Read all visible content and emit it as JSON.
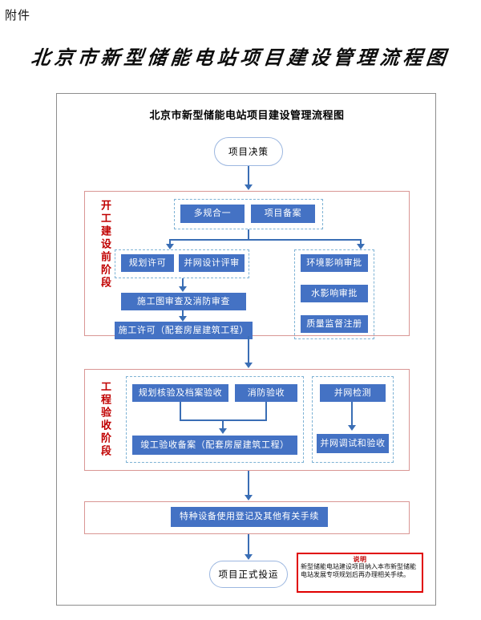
{
  "page": {
    "attachment_label": "附件",
    "calligraphy_title": "北京市新型储能电站项目建设管理流程图"
  },
  "diagram": {
    "inner_title": "北京市新型储能电站项目建设管理流程图",
    "start_node": "项目决策",
    "end_node": "项目正式投运",
    "stage1": {
      "label": "开工建设前阶段",
      "top_group": {
        "items": [
          "多规合一",
          "项目备案"
        ]
      },
      "left_group": {
        "row": [
          "规划许可",
          "并网设计评审"
        ],
        "step2": "施工图审查及消防审查",
        "step3": "施工许可（配套房屋建筑工程）"
      },
      "right_group": {
        "items": [
          "环境影响审批",
          "水影响审批",
          "质量监督注册"
        ]
      }
    },
    "stage2": {
      "label": "工程验收阶段",
      "left_group": {
        "row": [
          "规划核验及档案验收",
          "消防验收"
        ],
        "step2": "竣工验收备案（配套房屋建筑工程）"
      },
      "right_group": {
        "items": [
          "并网检测",
          "并网调试和验收"
        ]
      }
    },
    "stage3": {
      "box": "特种设备使用登记及其他有关手续"
    },
    "note": {
      "title": "说明",
      "body": "新型储能电站建设项目纳入本市新型储能电站发展专项规划后再办理相关手续。"
    }
  },
  "colors": {
    "box_blue": "#4472C4",
    "connector_blue": "#3A6EB5",
    "stage_red": "#C00000",
    "stage_border": "#D99694",
    "dash_blue": "#7FB3D5",
    "note_border": "#E00000",
    "frame_gray": "#8D8D8D"
  }
}
